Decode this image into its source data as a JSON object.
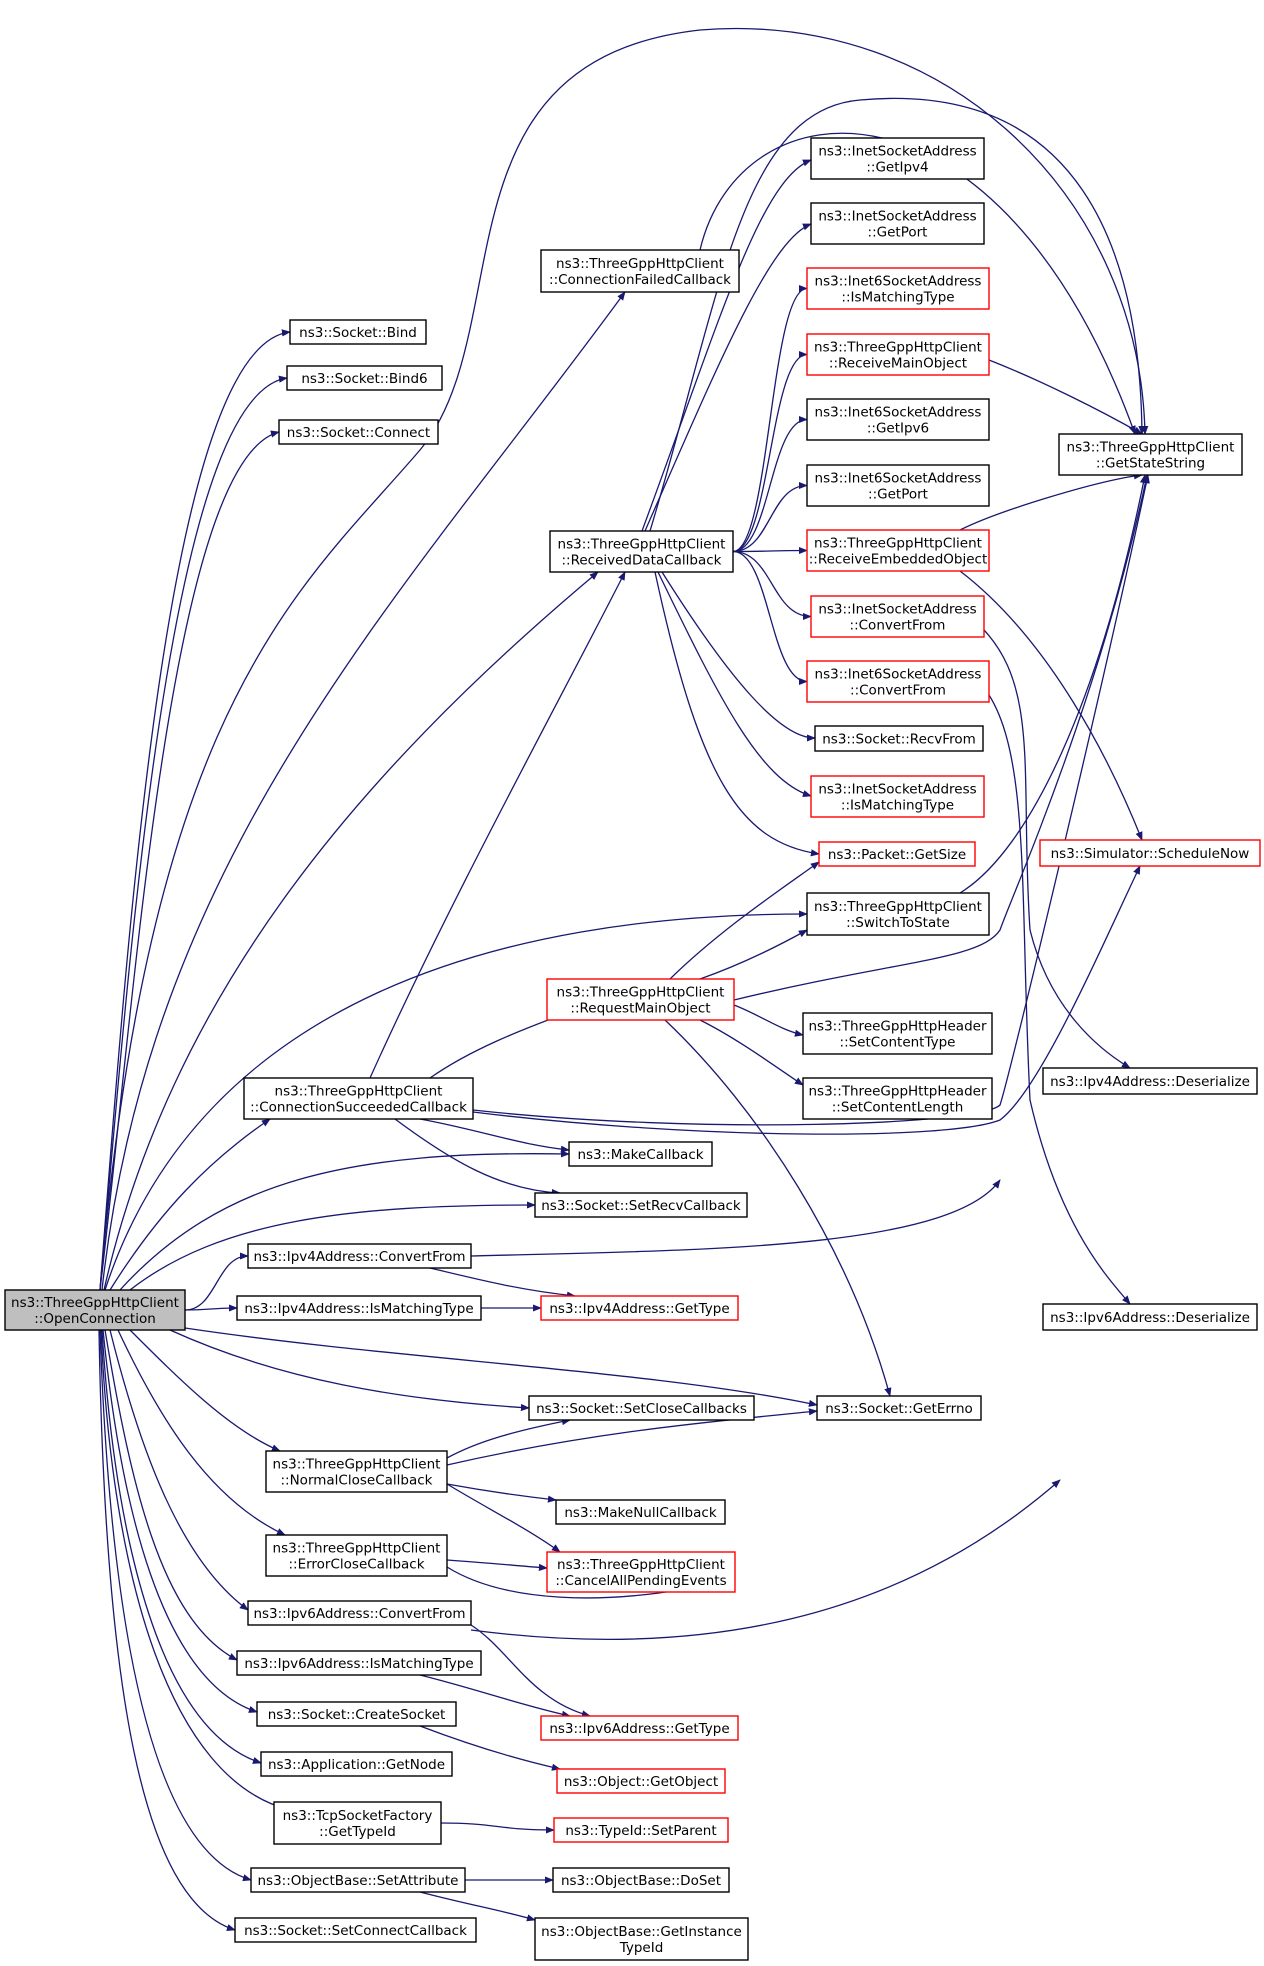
{
  "colors": {
    "edge": "#191970",
    "node_border_normal": "#000000",
    "node_border_truncated": "#ff0000",
    "root_fill": "#bfbfbf",
    "node_fill": "#ffffff"
  },
  "nodes": [
    {
      "id": "root",
      "label": [
        "ns3::ThreeGppHttpClient",
        "::OpenConnection"
      ],
      "style": "root"
    },
    {
      "id": "n_bind",
      "label": [
        "ns3::Socket::Bind"
      ],
      "style": "normal"
    },
    {
      "id": "n_bind6",
      "label": [
        "ns3::Socket::Bind6"
      ],
      "style": "normal"
    },
    {
      "id": "n_connect",
      "label": [
        "ns3::Socket::Connect"
      ],
      "style": "normal"
    },
    {
      "id": "n_connfailed",
      "label": [
        "ns3::ThreeGppHttpClient",
        "::ConnectionFailedCallback"
      ],
      "style": "normal"
    },
    {
      "id": "n_recvdata",
      "label": [
        "ns3::ThreeGppHttpClient",
        "::ReceivedDataCallback"
      ],
      "style": "normal"
    },
    {
      "id": "n_connsucc",
      "label": [
        "ns3::ThreeGppHttpClient",
        "::ConnectionSucceededCallback"
      ],
      "style": "normal"
    },
    {
      "id": "n_makecb",
      "label": [
        "ns3::MakeCallback"
      ],
      "style": "normal"
    },
    {
      "id": "n_setrecvcb",
      "label": [
        "ns3::Socket::SetRecvCallback"
      ],
      "style": "normal"
    },
    {
      "id": "n_ipv4convert",
      "label": [
        "ns3::Ipv4Address::ConvertFrom"
      ],
      "style": "normal"
    },
    {
      "id": "n_ipv4match",
      "label": [
        "ns3::Ipv4Address::IsMatchingType"
      ],
      "style": "normal"
    },
    {
      "id": "n_ipv4gettype",
      "label": [
        "ns3::Ipv4Address::GetType"
      ],
      "style": "truncated"
    },
    {
      "id": "n_setclosecbs",
      "label": [
        "ns3::Socket::SetCloseCallbacks"
      ],
      "style": "normal"
    },
    {
      "id": "n_normalclose",
      "label": [
        "ns3::ThreeGppHttpClient",
        "::NormalCloseCallback"
      ],
      "style": "normal"
    },
    {
      "id": "n_makenullcb",
      "label": [
        "ns3::MakeNullCallback"
      ],
      "style": "normal"
    },
    {
      "id": "n_errorclose",
      "label": [
        "ns3::ThreeGppHttpClient",
        "::ErrorCloseCallback"
      ],
      "style": "normal"
    },
    {
      "id": "n_cancelall",
      "label": [
        "ns3::ThreeGppHttpClient",
        "::CancelAllPendingEvents"
      ],
      "style": "truncated"
    },
    {
      "id": "n_ipv6convert",
      "label": [
        "ns3::Ipv6Address::ConvertFrom"
      ],
      "style": "normal"
    },
    {
      "id": "n_ipv6match",
      "label": [
        "ns3::Ipv6Address::IsMatchingType"
      ],
      "style": "normal"
    },
    {
      "id": "n_ipv6gettype",
      "label": [
        "ns3::Ipv6Address::GetType"
      ],
      "style": "truncated"
    },
    {
      "id": "n_createsocket",
      "label": [
        "ns3::Socket::CreateSocket"
      ],
      "style": "normal"
    },
    {
      "id": "n_getobject",
      "label": [
        "ns3::Object::GetObject"
      ],
      "style": "truncated"
    },
    {
      "id": "n_getnode",
      "label": [
        "ns3::Application::GetNode"
      ],
      "style": "normal"
    },
    {
      "id": "n_tcpgettypeid",
      "label": [
        "ns3::TcpSocketFactory",
        "::GetTypeId"
      ],
      "style": "normal"
    },
    {
      "id": "n_setparent",
      "label": [
        "ns3::TypeId::SetParent"
      ],
      "style": "truncated"
    },
    {
      "id": "n_setattribute",
      "label": [
        "ns3::ObjectBase::SetAttribute"
      ],
      "style": "normal"
    },
    {
      "id": "n_doset",
      "label": [
        "ns3::ObjectBase::DoSet"
      ],
      "style": "normal"
    },
    {
      "id": "n_getinstancetypeid",
      "label": [
        "ns3::ObjectBase::GetInstance",
        "TypeId"
      ],
      "style": "normal"
    },
    {
      "id": "n_setconnectcb",
      "label": [
        "ns3::Socket::SetConnectCallback"
      ],
      "style": "normal"
    },
    {
      "id": "n_inetgetipv4",
      "label": [
        "ns3::InetSocketAddress",
        "::GetIpv4"
      ],
      "style": "normal"
    },
    {
      "id": "n_inetgetport",
      "label": [
        "ns3::InetSocketAddress",
        "::GetPort"
      ],
      "style": "normal"
    },
    {
      "id": "n_inet6match",
      "label": [
        "ns3::Inet6SocketAddress",
        "::IsMatchingType"
      ],
      "style": "truncated"
    },
    {
      "id": "n_recvmain",
      "label": [
        "ns3::ThreeGppHttpClient",
        "::ReceiveMainObject"
      ],
      "style": "truncated"
    },
    {
      "id": "n_inet6getipv6",
      "label": [
        "ns3::Inet6SocketAddress",
        "::GetIpv6"
      ],
      "style": "normal"
    },
    {
      "id": "n_inet6getport",
      "label": [
        "ns3::Inet6SocketAddress",
        "::GetPort"
      ],
      "style": "normal"
    },
    {
      "id": "n_recvembedded",
      "label": [
        "ns3::ThreeGppHttpClient",
        "::ReceiveEmbeddedObject"
      ],
      "style": "truncated"
    },
    {
      "id": "n_inetconvert",
      "label": [
        "ns3::InetSocketAddress",
        "::ConvertFrom"
      ],
      "style": "truncated"
    },
    {
      "id": "n_inet6convert",
      "label": [
        "ns3::Inet6SocketAddress",
        "::ConvertFrom"
      ],
      "style": "truncated"
    },
    {
      "id": "n_recvfrom",
      "label": [
        "ns3::Socket::RecvFrom"
      ],
      "style": "normal"
    },
    {
      "id": "n_inetmatch",
      "label": [
        "ns3::InetSocketAddress",
        "::IsMatchingType"
      ],
      "style": "truncated"
    },
    {
      "id": "n_packetgetsize",
      "label": [
        "ns3::Packet::GetSize"
      ],
      "style": "truncated"
    },
    {
      "id": "n_switchtostate",
      "label": [
        "ns3::ThreeGppHttpClient",
        "::SwitchToState"
      ],
      "style": "normal"
    },
    {
      "id": "n_requestmain",
      "label": [
        "ns3::ThreeGppHttpClient",
        "::RequestMainObject"
      ],
      "style": "truncated"
    },
    {
      "id": "n_setcontenttype",
      "label": [
        "ns3::ThreeGppHttpHeader",
        "::SetContentType"
      ],
      "style": "normal"
    },
    {
      "id": "n_setcontentlength",
      "label": [
        "ns3::ThreeGppHttpHeader",
        "::SetContentLength"
      ],
      "style": "normal"
    },
    {
      "id": "n_geterrno",
      "label": [
        "ns3::Socket::GetErrno"
      ],
      "style": "normal"
    },
    {
      "id": "n_getstatestring",
      "label": [
        "ns3::ThreeGppHttpClient",
        "::GetStateString"
      ],
      "style": "normal"
    },
    {
      "id": "n_schedulenow",
      "label": [
        "ns3::Simulator::ScheduleNow"
      ],
      "style": "truncated"
    },
    {
      "id": "n_ipv4deserialize",
      "label": [
        "ns3::Ipv4Address::Deserialize"
      ],
      "style": "normal"
    },
    {
      "id": "n_ipv6deserialize",
      "label": [
        "ns3::Ipv6Address::Deserialize"
      ],
      "style": "normal"
    }
  ],
  "edges": [
    [
      "root",
      "n_bind"
    ],
    [
      "root",
      "n_bind6"
    ],
    [
      "root",
      "n_connect"
    ],
    [
      "root",
      "n_connfailed"
    ],
    [
      "root",
      "n_recvdata"
    ],
    [
      "root",
      "n_getstatestring"
    ],
    [
      "root",
      "n_switchtostate"
    ],
    [
      "root",
      "n_connsucc"
    ],
    [
      "root",
      "n_makecb"
    ],
    [
      "root",
      "n_setrecvcb"
    ],
    [
      "root",
      "n_ipv4convert"
    ],
    [
      "root",
      "n_ipv4match"
    ],
    [
      "root",
      "n_geterrno"
    ],
    [
      "root",
      "n_setclosecbs"
    ],
    [
      "root",
      "n_normalclose"
    ],
    [
      "root",
      "n_errorclose"
    ],
    [
      "root",
      "n_ipv6convert"
    ],
    [
      "root",
      "n_ipv6match"
    ],
    [
      "root",
      "n_createsocket"
    ],
    [
      "root",
      "n_getnode"
    ],
    [
      "root",
      "n_tcpgettypeid"
    ],
    [
      "root",
      "n_setattribute"
    ],
    [
      "root",
      "n_setconnectcb"
    ],
    [
      "n_connfailed",
      "n_getstatestring"
    ],
    [
      "n_recvdata",
      "n_inetgetipv4"
    ],
    [
      "n_recvdata",
      "n_inetgetport"
    ],
    [
      "n_recvdata",
      "n_inet6match"
    ],
    [
      "n_recvdata",
      "n_recvmain"
    ],
    [
      "n_recvdata",
      "n_inet6getipv6"
    ],
    [
      "n_recvdata",
      "n_inet6getport"
    ],
    [
      "n_recvdata",
      "n_recvembedded"
    ],
    [
      "n_recvdata",
      "n_inetconvert"
    ],
    [
      "n_recvdata",
      "n_inet6convert"
    ],
    [
      "n_recvdata",
      "n_recvfrom"
    ],
    [
      "n_recvdata",
      "n_inetmatch"
    ],
    [
      "n_recvdata",
      "n_packetgetsize"
    ],
    [
      "n_recvdata",
      "n_getstatestring"
    ],
    [
      "n_recvmain",
      "n_getstatestring"
    ],
    [
      "n_recvembedded",
      "n_getstatestring"
    ],
    [
      "n_recvembedded",
      "n_schedulenow"
    ],
    [
      "n_inetconvert",
      "n_ipv4deserialize"
    ],
    [
      "n_inet6convert",
      "n_ipv6deserialize"
    ],
    [
      "n_switchtostate",
      "n_getstatestring"
    ],
    [
      "n_connsucc",
      "n_recvdata"
    ],
    [
      "n_connsucc",
      "n_requestmain"
    ],
    [
      "n_connsucc",
      "n_makecb"
    ],
    [
      "n_connsucc",
      "n_setrecvcb"
    ],
    [
      "n_connsucc",
      "n_schedulenow"
    ],
    [
      "n_connsucc",
      "n_getstatestring"
    ],
    [
      "n_requestmain",
      "n_packetgetsize"
    ],
    [
      "n_requestmain",
      "n_switchtostate"
    ],
    [
      "n_requestmain",
      "n_setcontenttype"
    ],
    [
      "n_requestmain",
      "n_setcontentlength"
    ],
    [
      "n_requestmain",
      "n_geterrno"
    ],
    [
      "n_requestmain",
      "n_getstatestring"
    ],
    [
      "n_ipv4convert",
      "n_ipv4deserialize"
    ],
    [
      "n_ipv4convert",
      "n_ipv4gettype"
    ],
    [
      "n_ipv4match",
      "n_ipv4gettype"
    ],
    [
      "n_normalclose",
      "n_setclosecbs"
    ],
    [
      "n_normalclose",
      "n_geterrno"
    ],
    [
      "n_normalclose",
      "n_makenullcb"
    ],
    [
      "n_normalclose",
      "n_cancelall"
    ],
    [
      "n_errorclose",
      "n_cancelall"
    ],
    [
      "n_errorclose",
      "n_geterrno"
    ],
    [
      "n_ipv6convert",
      "n_ipv6deserialize"
    ],
    [
      "n_ipv6convert",
      "n_ipv6gettype"
    ],
    [
      "n_ipv6match",
      "n_ipv6gettype"
    ],
    [
      "n_createsocket",
      "n_getobject"
    ],
    [
      "n_tcpgettypeid",
      "n_setparent"
    ],
    [
      "n_setattribute",
      "n_doset"
    ],
    [
      "n_setattribute",
      "n_getinstancetypeid"
    ]
  ]
}
